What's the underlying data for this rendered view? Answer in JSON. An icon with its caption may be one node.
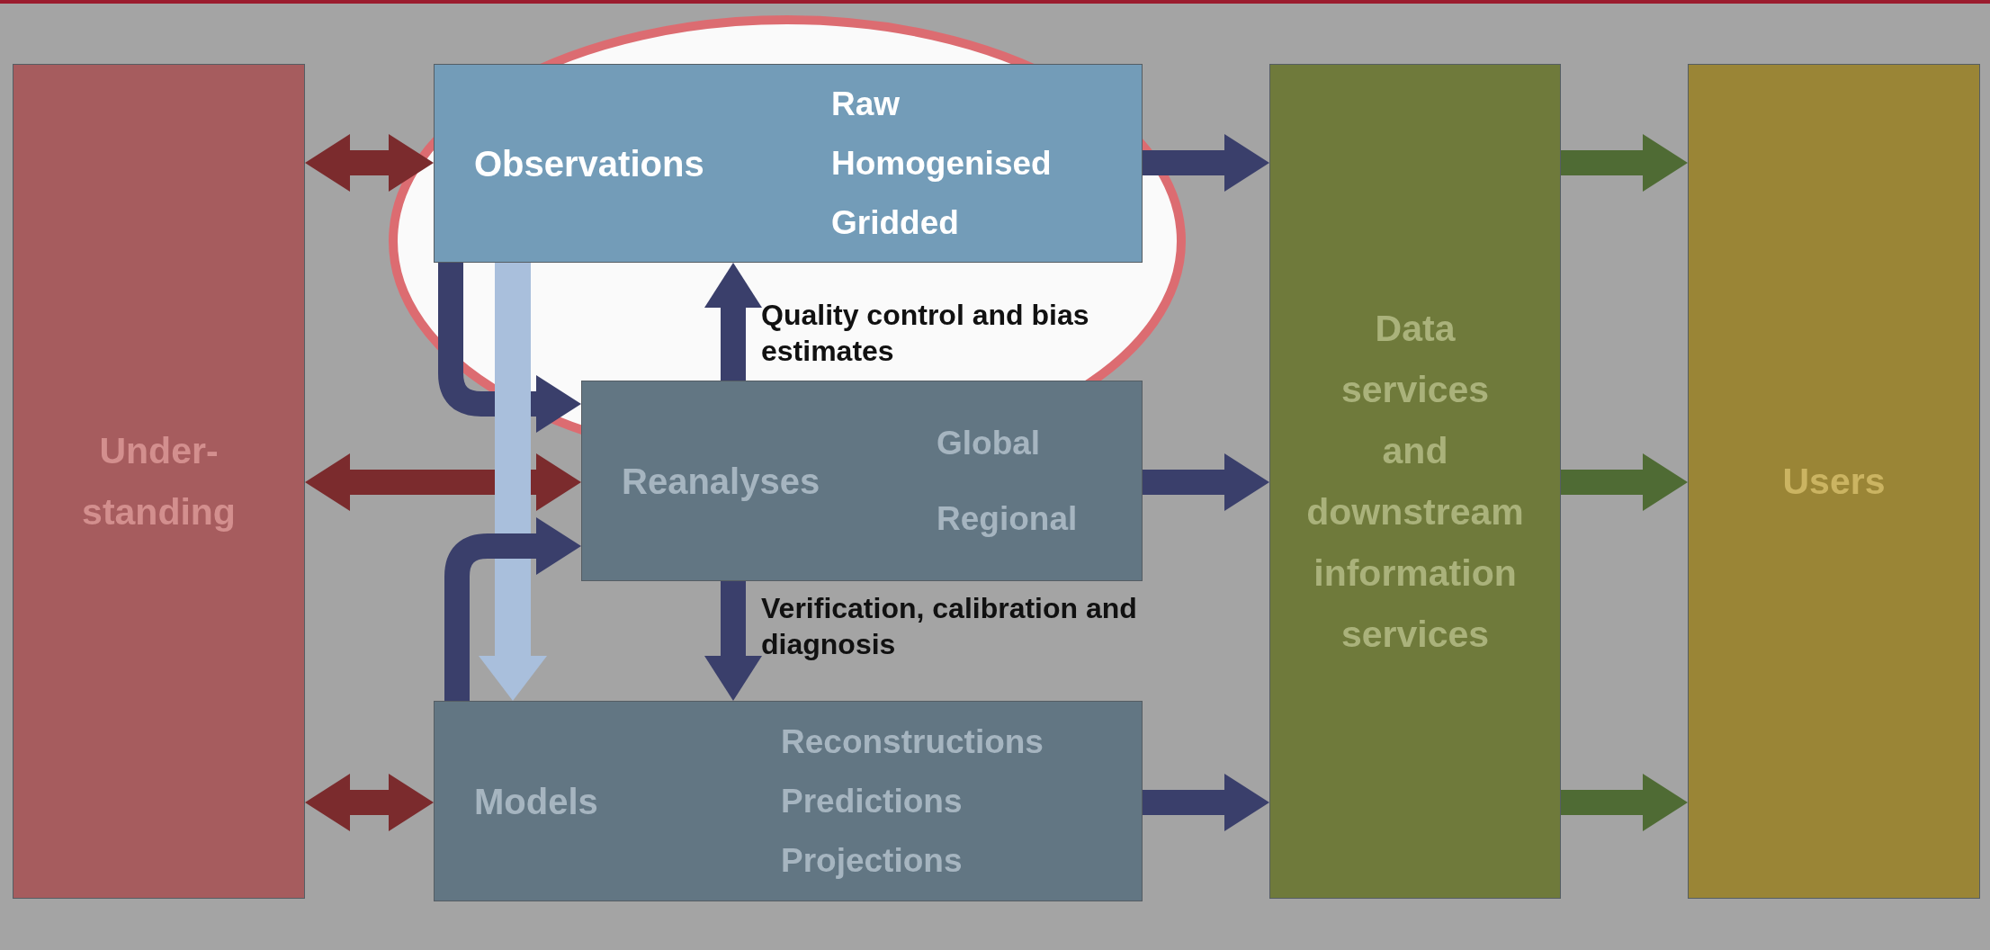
{
  "diagram": {
    "nodes": [
      {
        "text": [
          "Under- standing"
        ]
      },
      {
        "text": [
          "Observations",
          "Raw",
          "Homogenised",
          "Gridded"
        ]
      },
      {
        "text": [
          "Reanalyses",
          "Global",
          "Regional"
        ]
      },
      {
        "text": [
          "Models",
          "Reconstructions",
          "Predictions",
          "Projections"
        ]
      },
      {
        "text": [
          "Data services and downstream information services"
        ]
      },
      {
        "text": [
          "Users"
        ]
      }
    ],
    "edges": [
      {
        "from": 0,
        "to": 1,
        "arrow": "both",
        "color": "#7b2b2d"
      },
      {
        "from": 0,
        "to": 2,
        "arrow": "both",
        "color": "#7b2b2d"
      },
      {
        "from": 0,
        "to": 3,
        "arrow": "both",
        "color": "#7b2b2d"
      },
      {
        "from": 1,
        "to": 2,
        "arrow": "to"
      },
      {
        "from": 1,
        "to": 3,
        "arrow": "to",
        "color": "#a9bfdc"
      },
      {
        "from": 2,
        "to": 1,
        "arrow": "to",
        "label": "Quality control and bias estimates"
      },
      {
        "from": 2,
        "to": 3,
        "arrow": "to",
        "label": "Verification, calibration and diagnosis"
      },
      {
        "from": 3,
        "to": 2,
        "arrow": "to"
      },
      {
        "from": 1,
        "to": 4,
        "arrow": "to"
      },
      {
        "from": 2,
        "to": 4,
        "arrow": "to"
      },
      {
        "from": 3,
        "to": 4,
        "arrow": "to"
      },
      {
        "from": 4,
        "to": 5,
        "arrow": "to",
        "color": "#4f6b34"
      },
      {
        "from": 4,
        "to": 5,
        "arrow": "to",
        "color": "#4f6b34"
      },
      {
        "from": 4,
        "to": 5,
        "arrow": "to",
        "color": "#4f6b34"
      }
    ]
  }
}
